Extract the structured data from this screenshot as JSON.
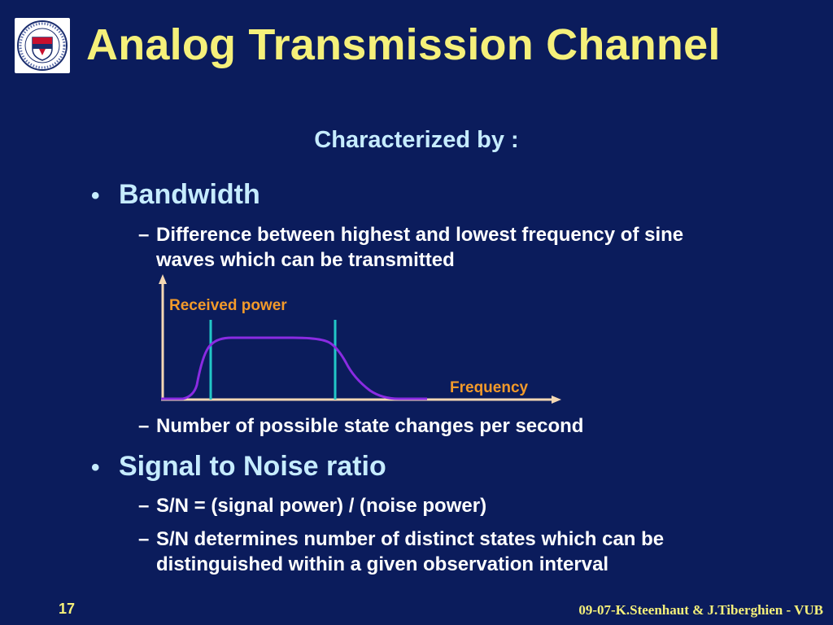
{
  "title": "Analog Transmission Channel",
  "subtitle": "Characterized by :",
  "bullets": [
    {
      "label": "Bandwidth",
      "subitems": [
        "Difference between highest and lowest frequency of sine waves which can be transmitted",
        "Number of possible state changes per second"
      ]
    },
    {
      "label": "Signal to Noise ratio",
      "subitems": [
        "S/N = (signal power) / (noise power)",
        "S/N determines number of distinct states which can be distinguished within a given observation interval"
      ]
    }
  ],
  "bullet_glyph": "•",
  "dash_glyph": "–",
  "figure": {
    "y_label": "Received power",
    "x_label": "Frequency"
  },
  "footer": {
    "page_number": "17",
    "credit": "09-07-K.Steenhaut & J.Tiberghien - VUB"
  },
  "colors": {
    "background": "#0b1c5c",
    "title": "#f5f07a",
    "bullet_text": "#c6ecff",
    "axis_label": "#f39a2a",
    "curve": "#8a2be2",
    "band_markers": "#22c7c7"
  }
}
